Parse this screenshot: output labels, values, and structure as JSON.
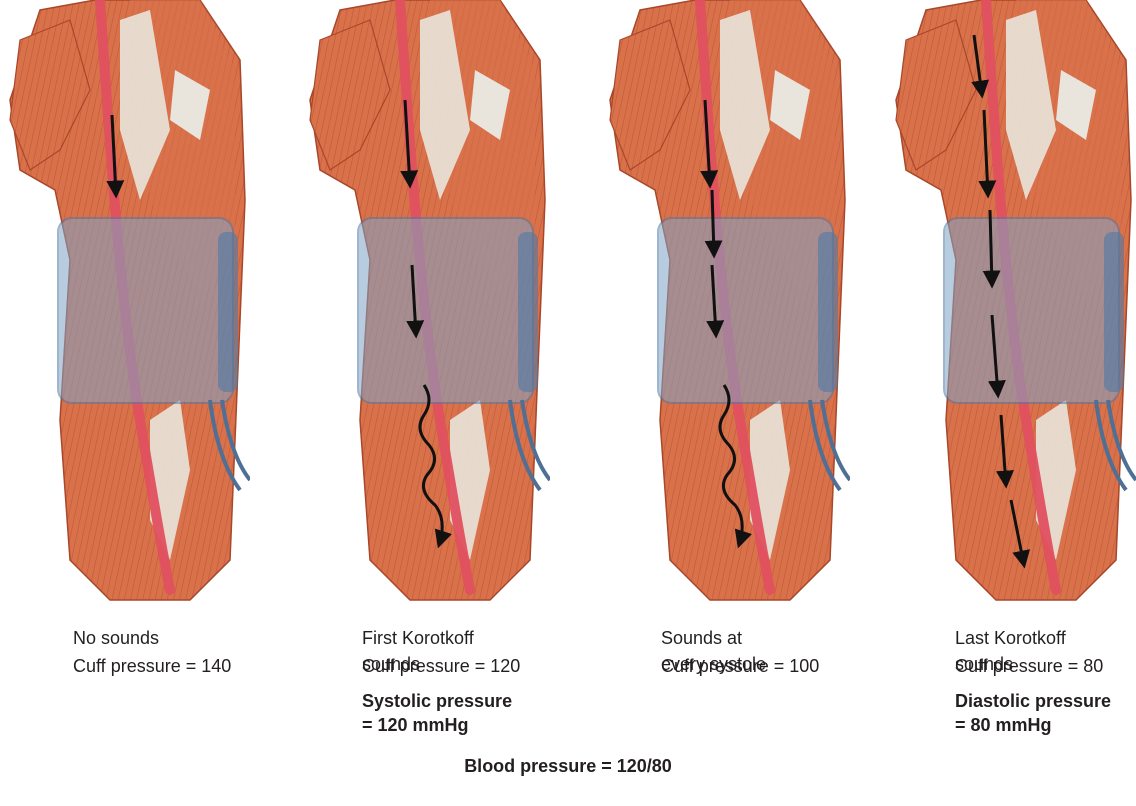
{
  "panels": [
    {
      "id": "p1",
      "caption": "No sounds",
      "cuff_pressure": "Cuff pressure = 140",
      "result": "",
      "flow": "no-sound"
    },
    {
      "id": "p2",
      "caption": "First Korotkoff\nsounds",
      "cuff_pressure": "Cuff pressure = 120",
      "result": "Systolic pressure\n= 120 mmHg",
      "flow": "turbulent-start"
    },
    {
      "id": "p3",
      "caption": "Sounds at\nevery systole",
      "cuff_pressure": "Cuff pressure = 100",
      "result": "",
      "flow": "turbulent"
    },
    {
      "id": "p4",
      "caption": "Last Korotkoff\nsounds",
      "cuff_pressure": "Cuff pressure = 80",
      "result": "Diastolic pressure\n= 80 mmHg",
      "flow": "laminar"
    }
  ],
  "footer": "Blood pressure = 120/80",
  "colors": {
    "muscle": "#d9714a",
    "muscle_dark": "#a8472a",
    "tendon": "#e9e4dc",
    "artery": "#e0505f",
    "cuff": "#7fa4c8",
    "cuff_edge": "#4f7aa6",
    "tube": "#4f6f95",
    "arrow": "#111111"
  }
}
